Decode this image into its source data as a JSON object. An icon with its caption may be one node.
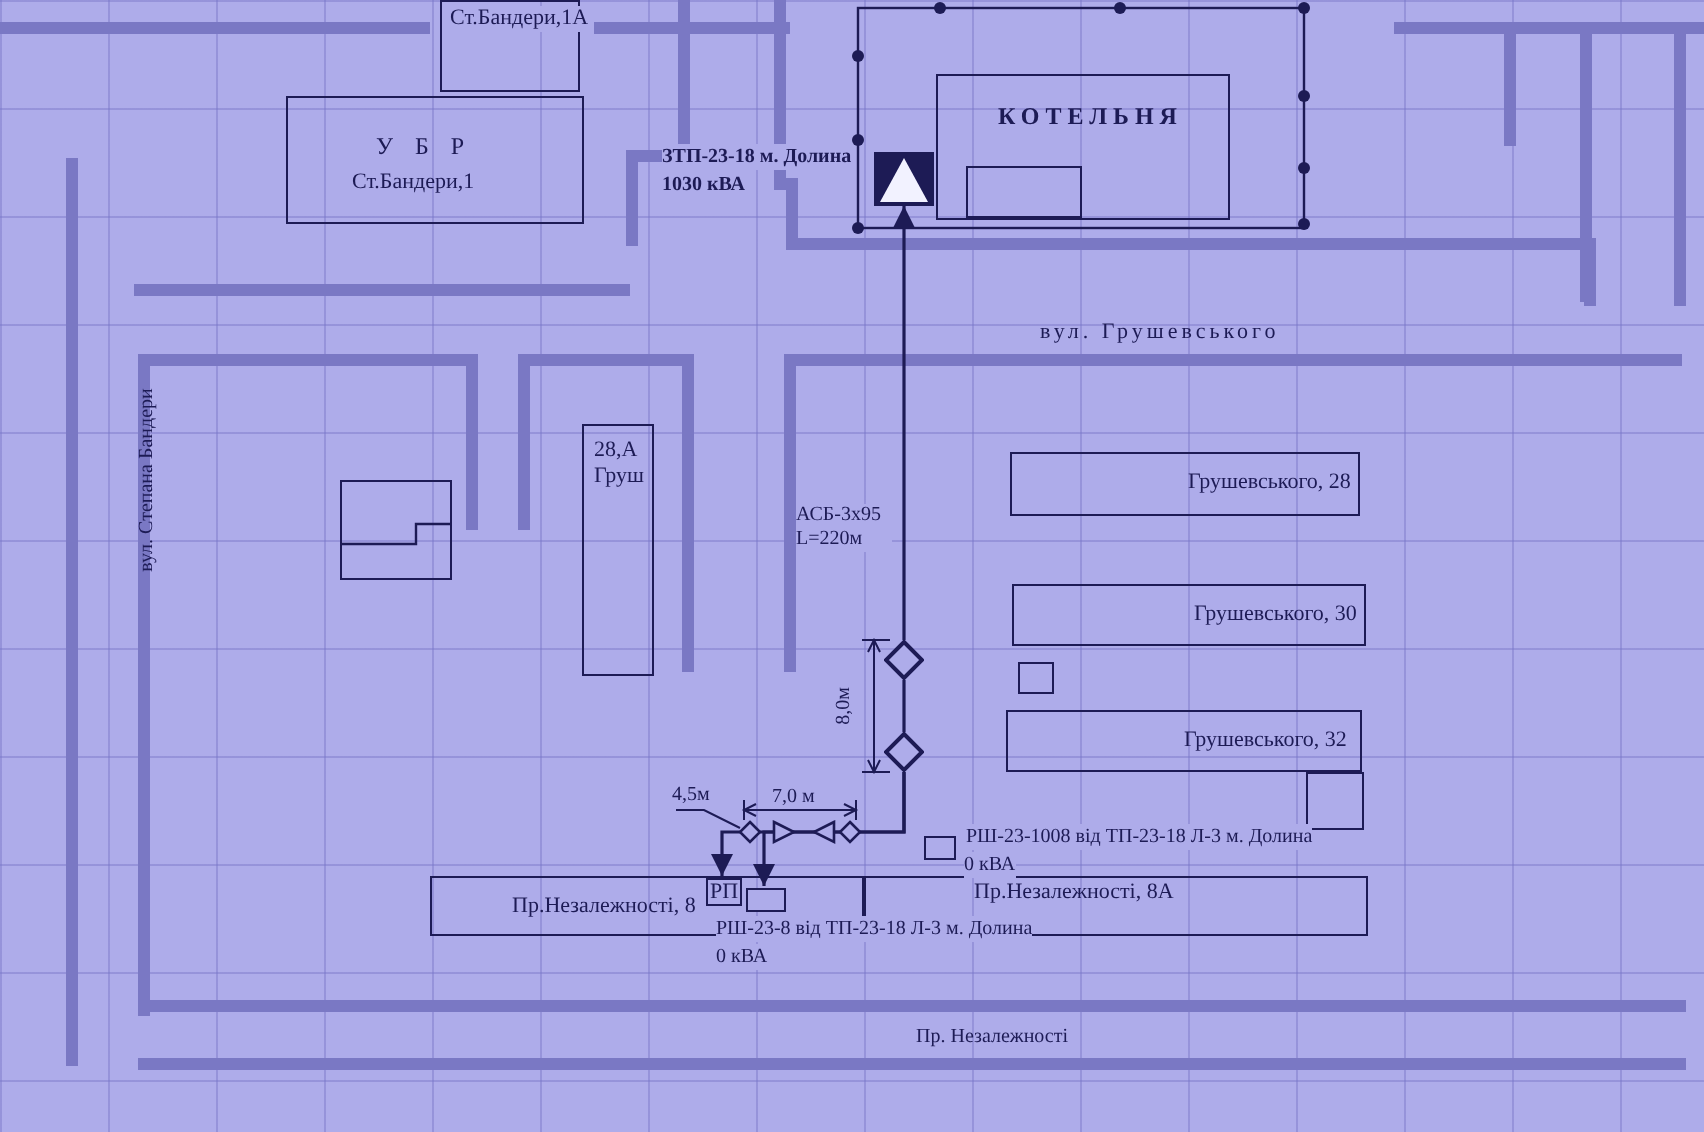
{
  "diagram": {
    "nodes": [
      {
        "text": [
          "Ст.Бандери,1А"
        ]
      },
      {
        "text": [
          "У Б Р",
          "Ст.Бандери,1"
        ]
      },
      {
        "text": [
          "КОТЕЛЬНЯ"
        ]
      },
      {
        "text": [],
        "shape": "box",
        "in": 2
      },
      {
        "text": [],
        "shape": "triangle",
        "beside": [
          "ЗТП-23-18 м. Долина",
          "1030 кВА"
        ]
      },
      {
        "text": [],
        "shape": "box"
      },
      {
        "text": [
          "28,А Груш"
        ]
      },
      {
        "text": [
          "Грушевського, 28"
        ]
      },
      {
        "text": [
          "Грушевського, 30"
        ]
      },
      {
        "text": [],
        "shape": "box"
      },
      {
        "text": [
          "Грушевського, 32"
        ]
      },
      {
        "text": [],
        "shape": "box"
      },
      {
        "text": [
          "Пр.Незалежності, 8"
        ]
      },
      {
        "text": [
          "Пр.Незалежності, 8А"
        ]
      },
      {
        "text": [
          "РП"
        ],
        "in": 12
      },
      {
        "text": [],
        "shape": "diamond"
      },
      {
        "text": [],
        "shape": "diamond"
      },
      {
        "text": [],
        "shape": "box",
        "beside": [
          "РШ-23-1008 від ТП-23-18 Л-3 м. Долина",
          "0 кВА"
        ]
      },
      {
        "text": [],
        "shape": "box",
        "in": 12,
        "beside": [
          "РШ-23-8 від ТП-23-18 Л-3 м. Долина",
          "0 кВА"
        ]
      }
    ],
    "edges": [
      {
        "from": 15,
        "to": 4,
        "arrow": "to",
        "label": "АСБ-3х95 L=220м"
      },
      {
        "from": 16,
        "to": 15,
        "arrow": "none"
      },
      {
        "from": 16,
        "to": 18,
        "arrow": "to"
      },
      {
        "from": 16,
        "to": 14,
        "arrow": "to"
      }
    ],
    "labels": [
      "вул. Грушевського",
      "вул. Степана Бандери",
      "8,0м",
      "4,5м",
      "7,0 м",
      "Пр. Незалежності"
    ]
  }
}
